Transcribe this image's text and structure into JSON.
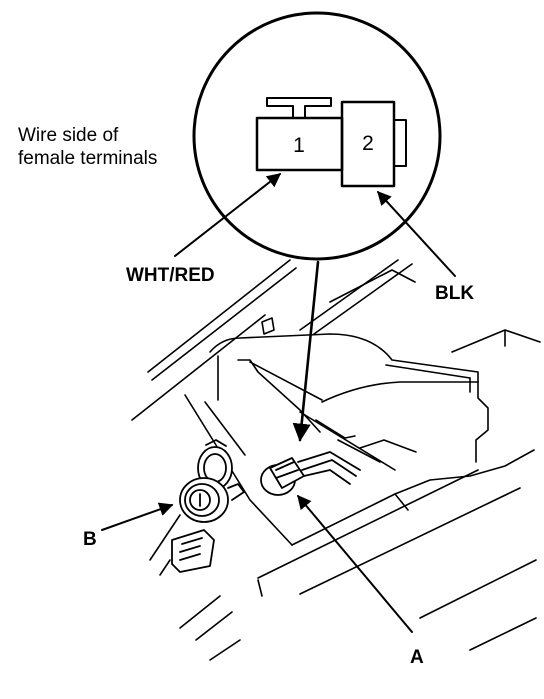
{
  "callout": {
    "caption_line1": "Wire side of",
    "caption_line2": "female terminals",
    "pin_1": "1",
    "pin_2": "2"
  },
  "labels": {
    "wire_left": "WHT/RED",
    "wire_right": "BLK",
    "connector": "A",
    "socket": "B"
  }
}
